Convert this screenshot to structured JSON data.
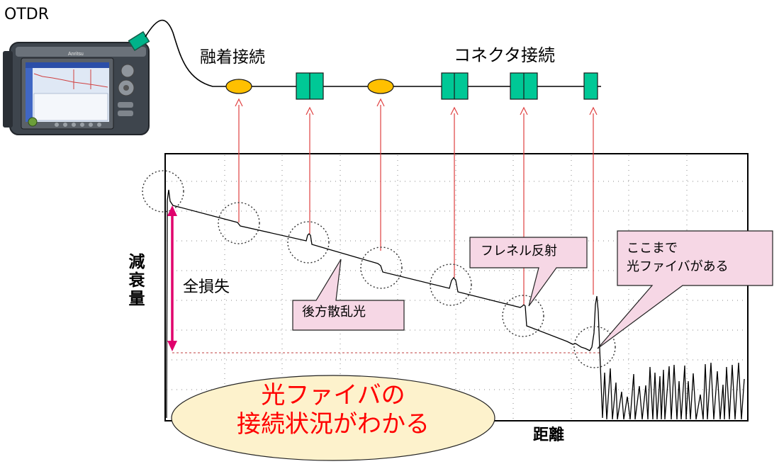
{
  "device": {
    "label": "OTDR",
    "brand": "Anritsu"
  },
  "events": {
    "fusion_label": "融着接続",
    "connector_label": "コネクタ接続"
  },
  "axes": {
    "y_label": "減衰量",
    "x_label": "距離"
  },
  "total_loss_label": "全損失",
  "callouts": {
    "backscatter": "後方散乱光",
    "fresnel": "フレネル反射",
    "fiber_end_line1": "ここまで",
    "fiber_end_line2": "光ファイバがある"
  },
  "message": {
    "line1": "光ファイバの",
    "line2": "接続状況がわかる"
  },
  "colors": {
    "splice_fill": "#ffc000",
    "connector_fill": "#00c896",
    "callout_fill": "#f6d7e5",
    "message_fill": "#fdf2cc",
    "message_text": "#ff0000",
    "arrow": "#e0006c",
    "leader_line": "#e04040"
  }
}
